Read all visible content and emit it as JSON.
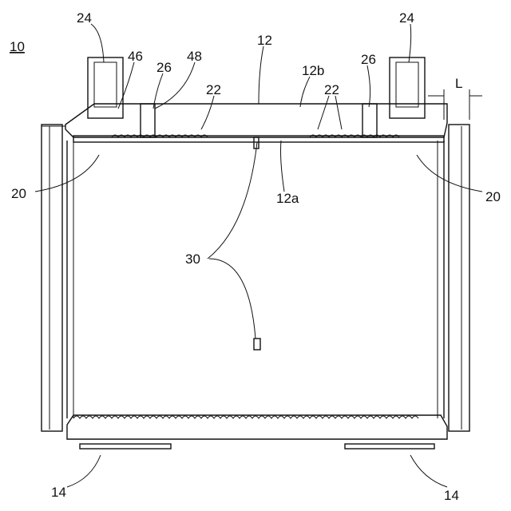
{
  "figure": {
    "ref_10": "10",
    "ref_12": "12",
    "ref_12a": "12a",
    "ref_12b": "12b",
    "ref_14": "14",
    "ref_20": "20",
    "ref_22": "22",
    "ref_24": "24",
    "ref_26": "26",
    "ref_30": "30",
    "ref_46": "46",
    "ref_48": "48",
    "dim_L": "L"
  }
}
